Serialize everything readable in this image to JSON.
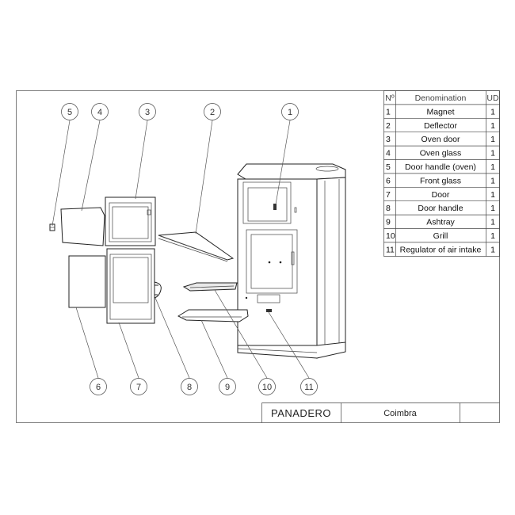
{
  "parts_table": {
    "headers": {
      "num": "Nº",
      "name": "Denomination",
      "qty": "UD"
    },
    "rows": [
      {
        "num": "1",
        "name": "Magnet",
        "qty": "1"
      },
      {
        "num": "2",
        "name": "Deflector",
        "qty": "1"
      },
      {
        "num": "3",
        "name": "Oven door",
        "qty": "1"
      },
      {
        "num": "4",
        "name": "Oven glass",
        "qty": "1"
      },
      {
        "num": "5",
        "name": "Door handle (oven)",
        "qty": "1"
      },
      {
        "num": "6",
        "name": "Front glass",
        "qty": "1"
      },
      {
        "num": "7",
        "name": "Door",
        "qty": "1"
      },
      {
        "num": "8",
        "name": "Door handle",
        "qty": "1"
      },
      {
        "num": "9",
        "name": "Ashtray",
        "qty": "1"
      },
      {
        "num": "10",
        "name": "Grill",
        "qty": "1"
      },
      {
        "num": "11",
        "name": "Regulator of air intake",
        "qty": "1"
      }
    ]
  },
  "callouts": {
    "c1": "1",
    "c2": "2",
    "c3": "3",
    "c4": "4",
    "c5": "5",
    "c6": "6",
    "c7": "7",
    "c8": "8",
    "c9": "9",
    "c10": "10",
    "c11": "11"
  },
  "title_block": {
    "brand": "PANADERO",
    "model": "Coimbra"
  }
}
